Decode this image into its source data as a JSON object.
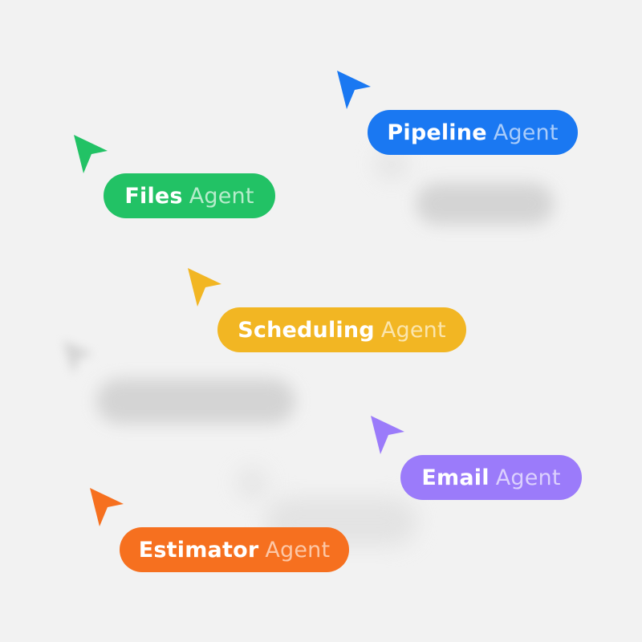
{
  "agents": [
    {
      "name": "Pipeline",
      "suffix": "Agent",
      "color": "#1a78f2",
      "suffix_color": "#a9ccfa"
    },
    {
      "name": "Files",
      "suffix": "Agent",
      "color": "#22c265",
      "suffix_color": "#b6eccb"
    },
    {
      "name": "Scheduling",
      "suffix": "Agent",
      "color": "#f2b623",
      "suffix_color": "#fbe5ad"
    },
    {
      "name": "Email",
      "suffix": "Agent",
      "color": "#9b7bfa",
      "suffix_color": "#dcd1fd"
    },
    {
      "name": "Estimator",
      "suffix": "Agent",
      "color": "#f6701f",
      "suffix_color": "#fcc7a6"
    }
  ]
}
